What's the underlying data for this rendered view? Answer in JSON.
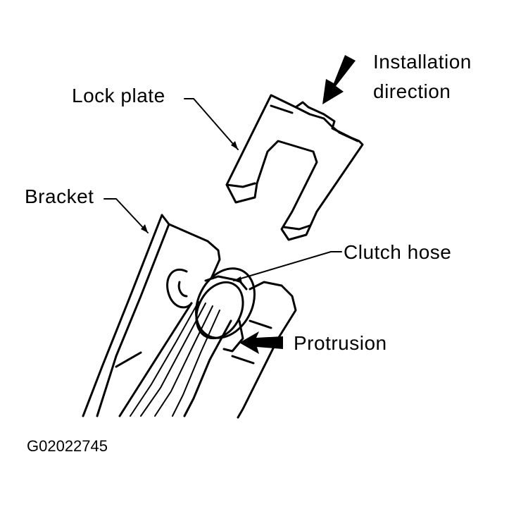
{
  "labels": {
    "install_line1": "Installation",
    "install_line2": "direction",
    "lock_plate": "Lock plate",
    "bracket": "Bracket",
    "clutch_hose": "Clutch hose",
    "protrusion": "Protrusion"
  },
  "figure_code": "G02022745"
}
